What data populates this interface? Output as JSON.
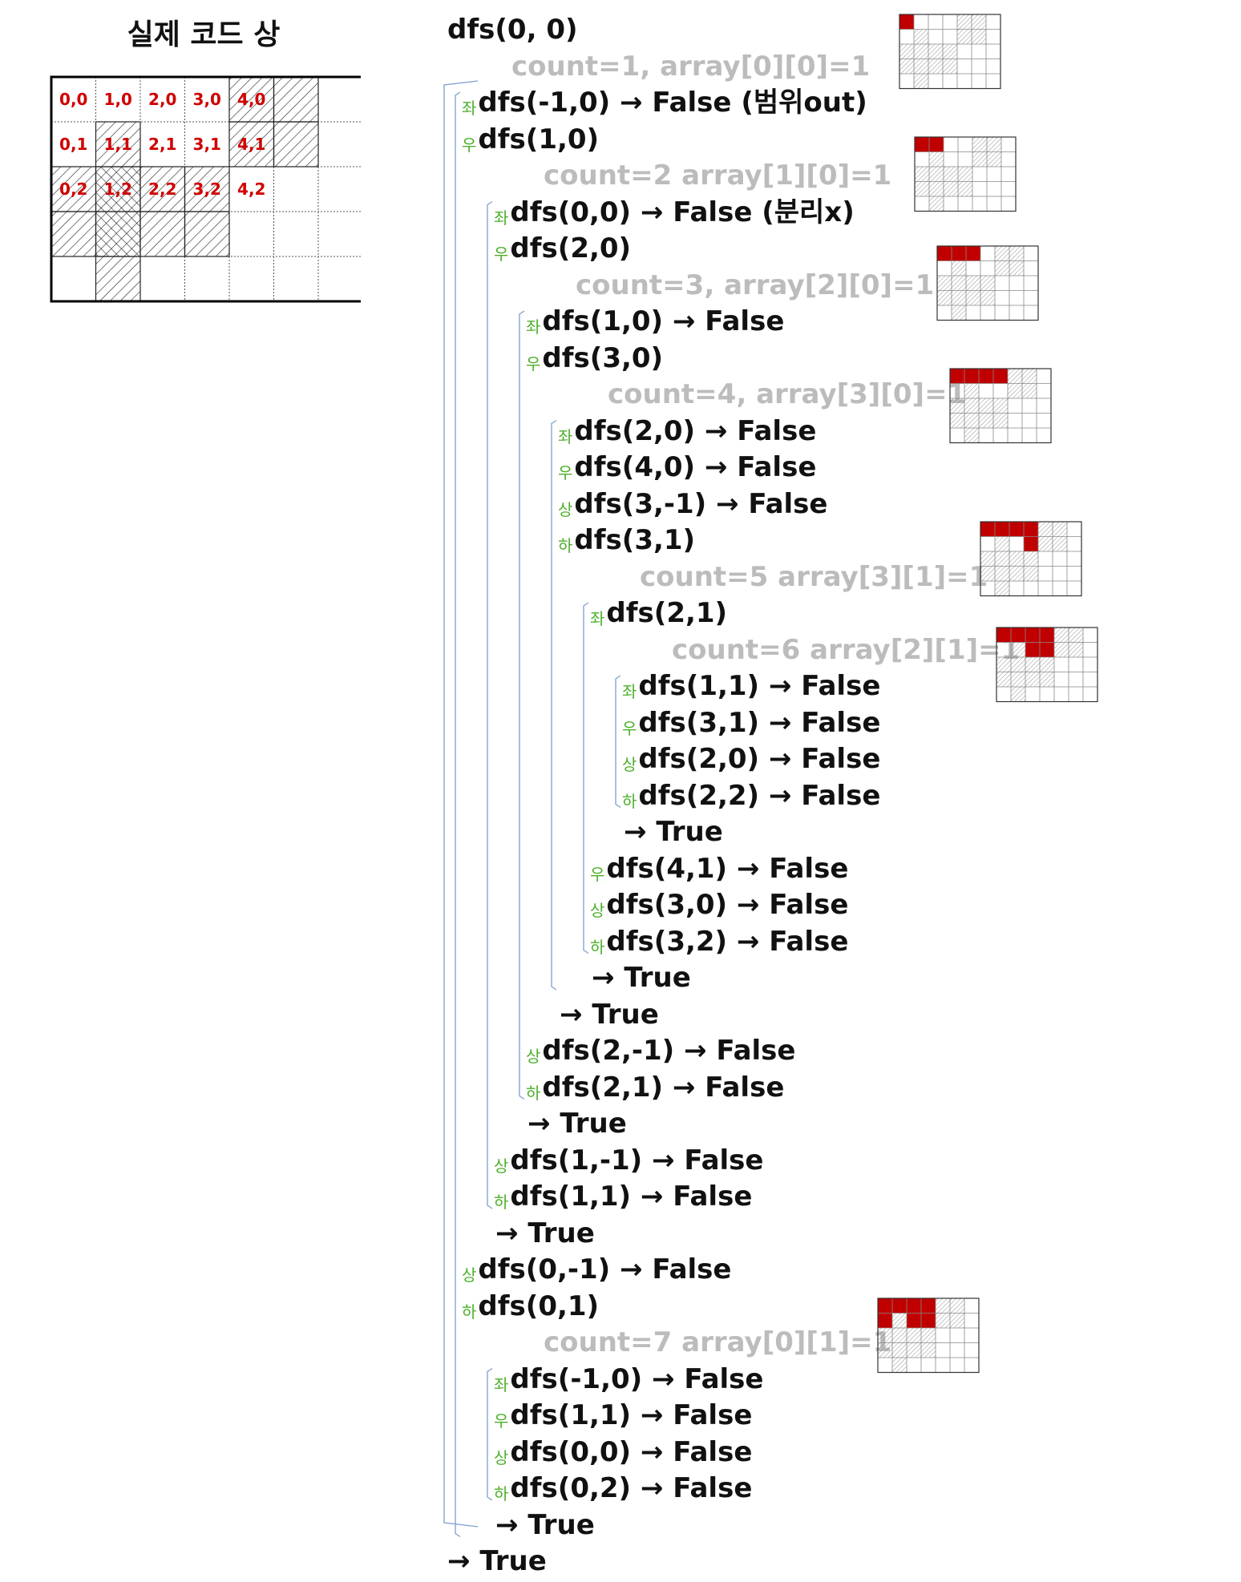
{
  "title": "실제 코드 상",
  "colors": {
    "visited": "#c00000",
    "direction": "#4caf2a",
    "count_text": "#bcbcbc",
    "bracket": "#7f9fcf",
    "cell_label": "#d00000"
  },
  "main_grid": {
    "cols": 7,
    "rows": 5,
    "labels": [
      {
        "text": "0,0",
        "c": 0,
        "r": 0
      },
      {
        "text": "1,0",
        "c": 1,
        "r": 0
      },
      {
        "text": "2,0",
        "c": 2,
        "r": 0
      },
      {
        "text": "3,0",
        "c": 3,
        "r": 0
      },
      {
        "text": "4,0",
        "c": 4,
        "r": 0
      },
      {
        "text": "0,1",
        "c": 0,
        "r": 1
      },
      {
        "text": "1,1",
        "c": 1,
        "r": 1
      },
      {
        "text": "2,1",
        "c": 2,
        "r": 1
      },
      {
        "text": "3,1",
        "c": 3,
        "r": 1
      },
      {
        "text": "4,1",
        "c": 4,
        "r": 1
      },
      {
        "text": "0,2",
        "c": 0,
        "r": 2
      },
      {
        "text": "1,2",
        "c": 1,
        "r": 2
      },
      {
        "text": "2,2",
        "c": 2,
        "r": 2
      },
      {
        "text": "3,2",
        "c": 3,
        "r": 2
      },
      {
        "text": "4,2",
        "c": 4,
        "r": 2
      }
    ],
    "hatched": [
      {
        "c": 4,
        "r": 0
      },
      {
        "c": 5,
        "r": 0
      },
      {
        "c": 4,
        "r": 1
      },
      {
        "c": 5,
        "r": 1
      },
      {
        "c": 1,
        "r": 1
      },
      {
        "c": 0,
        "r": 2
      },
      {
        "c": 1,
        "r": 2
      },
      {
        "c": 2,
        "r": 2
      },
      {
        "c": 3,
        "r": 2
      },
      {
        "c": 0,
        "r": 3
      },
      {
        "c": 1,
        "r": 3
      },
      {
        "c": 2,
        "r": 3
      },
      {
        "c": 3,
        "r": 3
      },
      {
        "c": 1,
        "r": 4
      }
    ],
    "crosshatched": [
      {
        "c": 1,
        "r": 2
      },
      {
        "c": 1,
        "r": 3
      }
    ]
  },
  "trace": [
    {
      "dir": "",
      "text": "dfs(0, 0)",
      "level": 0
    },
    {
      "dir": "",
      "text": "count=1, array[0][0]=1",
      "level": 1,
      "count": true
    },
    {
      "dir": "좌",
      "text": "dfs(-1,0) → False (범위out)",
      "level": 1
    },
    {
      "dir": "우",
      "text": "dfs(1,0)",
      "level": 1
    },
    {
      "dir": "",
      "text": "count=2 array[1][0]=1",
      "level": 2,
      "count": true
    },
    {
      "dir": "좌",
      "text": "dfs(0,0) → False (분리x)",
      "level": 2
    },
    {
      "dir": "우",
      "text": "dfs(2,0)",
      "level": 2
    },
    {
      "dir": "",
      "text": "count=3, array[2][0]=1",
      "level": 3,
      "count": true
    },
    {
      "dir": "좌",
      "text": "dfs(1,0) → False",
      "level": 3
    },
    {
      "dir": "우",
      "text": "dfs(3,0)",
      "level": 3
    },
    {
      "dir": "",
      "text": "count=4, array[3][0]=1",
      "level": 4,
      "count": true
    },
    {
      "dir": "좌",
      "text": "dfs(2,0) → False",
      "level": 4
    },
    {
      "dir": "우",
      "text": "dfs(4,0) → False",
      "level": 4
    },
    {
      "dir": "상",
      "text": "dfs(3,-1) → False",
      "level": 4
    },
    {
      "dir": "하",
      "text": "dfs(3,1)",
      "level": 4
    },
    {
      "dir": "",
      "text": "count=5 array[3][1]=1",
      "level": 5,
      "count": true
    },
    {
      "dir": "좌",
      "text": "dfs(2,1)",
      "level": 5
    },
    {
      "dir": "",
      "text": "count=6 array[2][1]=1",
      "level": 6,
      "count": true
    },
    {
      "dir": "좌",
      "text": "dfs(1,1) → False",
      "level": 6
    },
    {
      "dir": "우",
      "text": "dfs(3,1) → False",
      "level": 6
    },
    {
      "dir": "상",
      "text": "dfs(2,0) → False",
      "level": 6
    },
    {
      "dir": "하",
      "text": "dfs(2,2) → False",
      "level": 6
    },
    {
      "dir": "",
      "text": "→ True",
      "level": 5.5
    },
    {
      "dir": "우",
      "text": "dfs(4,1) → False",
      "level": 5
    },
    {
      "dir": "상",
      "text": "dfs(3,0) → False",
      "level": 5
    },
    {
      "dir": "하",
      "text": "dfs(3,2) → False",
      "level": 5
    },
    {
      "dir": "",
      "text": "→ True",
      "level": 4.5
    },
    {
      "dir": "",
      "text": "→ True",
      "level": 3.5
    },
    {
      "dir": "상",
      "text": "dfs(2,-1) → False",
      "level": 3
    },
    {
      "dir": "하",
      "text": "dfs(2,1) → False",
      "level": 3
    },
    {
      "dir": "",
      "text": "→ True",
      "level": 2.5
    },
    {
      "dir": "상",
      "text": "dfs(1,-1) → False",
      "level": 2
    },
    {
      "dir": "하",
      "text": "dfs(1,1) → False",
      "level": 2
    },
    {
      "dir": "",
      "text": "→ True",
      "level": 1.5
    },
    {
      "dir": "상",
      "text": "dfs(0,-1) → False",
      "level": 1
    },
    {
      "dir": "하",
      "text": "dfs(0,1)",
      "level": 1
    },
    {
      "dir": "",
      "text": "count=7 array[0][1]=1",
      "level": 2,
      "count": true
    },
    {
      "dir": "좌",
      "text": "dfs(-1,0) → False",
      "level": 2
    },
    {
      "dir": "우",
      "text": "dfs(1,1) → False",
      "level": 2
    },
    {
      "dir": "상",
      "text": "dfs(0,0) → False",
      "level": 2
    },
    {
      "dir": "하",
      "text": "dfs(0,2) → False",
      "level": 2
    },
    {
      "dir": "",
      "text": "→ True",
      "level": 1.5
    },
    {
      "dir": "",
      "text": "→ True",
      "level": 0
    }
  ],
  "mini_grids": [
    {
      "anchor": 0,
      "visited": [
        [
          0,
          0
        ]
      ]
    },
    {
      "anchor": 3,
      "visited": [
        [
          0,
          0
        ],
        [
          1,
          0
        ]
      ]
    },
    {
      "anchor": 6,
      "visited": [
        [
          0,
          0
        ],
        [
          1,
          0
        ],
        [
          2,
          0
        ]
      ]
    },
    {
      "anchor": 9,
      "visited": [
        [
          0,
          0
        ],
        [
          1,
          0
        ],
        [
          2,
          0
        ],
        [
          3,
          0
        ]
      ]
    },
    {
      "anchor": 13,
      "visited": [
        [
          0,
          0
        ],
        [
          1,
          0
        ],
        [
          2,
          0
        ],
        [
          3,
          0
        ],
        [
          3,
          1
        ]
      ]
    },
    {
      "anchor": 16,
      "visited": [
        [
          0,
          0
        ],
        [
          1,
          0
        ],
        [
          2,
          0
        ],
        [
          3,
          0
        ],
        [
          3,
          1
        ],
        [
          2,
          1
        ]
      ]
    },
    {
      "anchor": 35,
      "visited": [
        [
          0,
          0
        ],
        [
          1,
          0
        ],
        [
          2,
          0
        ],
        [
          3,
          0
        ],
        [
          3,
          1
        ],
        [
          2,
          1
        ],
        [
          0,
          1
        ]
      ]
    }
  ]
}
